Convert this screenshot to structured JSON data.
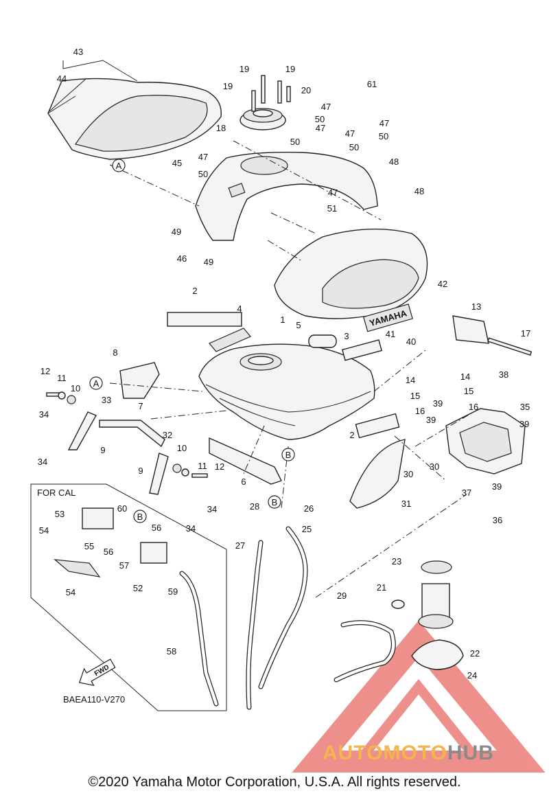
{
  "callouts": [
    "1",
    "2",
    "2",
    "3",
    "4",
    "5",
    "6",
    "7",
    "8",
    "9",
    "9",
    "10",
    "10",
    "11",
    "11",
    "12",
    "12",
    "13",
    "14",
    "14",
    "15",
    "15",
    "16",
    "16",
    "17",
    "18",
    "19",
    "19",
    "19",
    "20",
    "21",
    "22",
    "23",
    "24",
    "25",
    "26",
    "27",
    "28",
    "29",
    "30",
    "30",
    "31",
    "32",
    "33",
    "34",
    "34",
    "34",
    "34",
    "35",
    "36",
    "37",
    "38",
    "39",
    "39",
    "39",
    "39",
    "40",
    "41",
    "42",
    "43",
    "44",
    "45",
    "46",
    "47",
    "47",
    "47",
    "47",
    "47",
    "47",
    "48",
    "48",
    "49",
    "49",
    "50",
    "50",
    "50",
    "50",
    "50",
    "51",
    "52",
    "53",
    "54",
    "54",
    "55",
    "56",
    "56",
    "57",
    "58",
    "59",
    "60",
    "61"
  ],
  "ref_marks": {
    "a": "A",
    "b": "B"
  },
  "tank_logo": "YAMAHA",
  "for_cal_label": "FOR CAL",
  "fwd_label": "FWD",
  "diagram_code": "BAEA110-V270",
  "copyright": "©2020 Yamaha Motor Corporation, U.S.A. All rights reserved.",
  "watermark": {
    "part1": "AUTOMOTO",
    "part2": "HUB"
  },
  "colors": {
    "line": "#222222",
    "watermark_red": "#e0352b",
    "watermark_orange": "#f2b64c",
    "watermark_grey": "#8a8a8a"
  }
}
